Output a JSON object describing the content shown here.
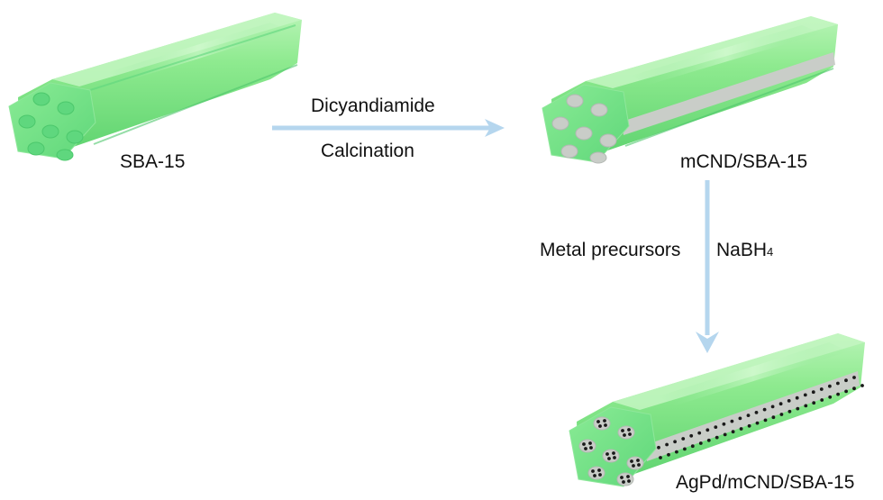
{
  "labels": {
    "sba15": "SBA-15",
    "mcnd_sba15": "mCND/SBA-15",
    "agpd_mcnd_sba15": "AgPd/mCND/SBA-15"
  },
  "step1": {
    "reagent": "Dicyandiamide",
    "condition": "Calcination"
  },
  "step2": {
    "reagent": "Metal precursors",
    "reductant_base": "NaBH",
    "reductant_sub": "4"
  },
  "colors": {
    "rod_face": "#6ee68a",
    "rod_top": "#a5f0a4",
    "rod_body": "#7ee483",
    "pore_empty": "#5fd77e",
    "pore_filled": "#c9cdc8",
    "arrow": "#b5d6ee",
    "particle": "#1a1a1a"
  }
}
